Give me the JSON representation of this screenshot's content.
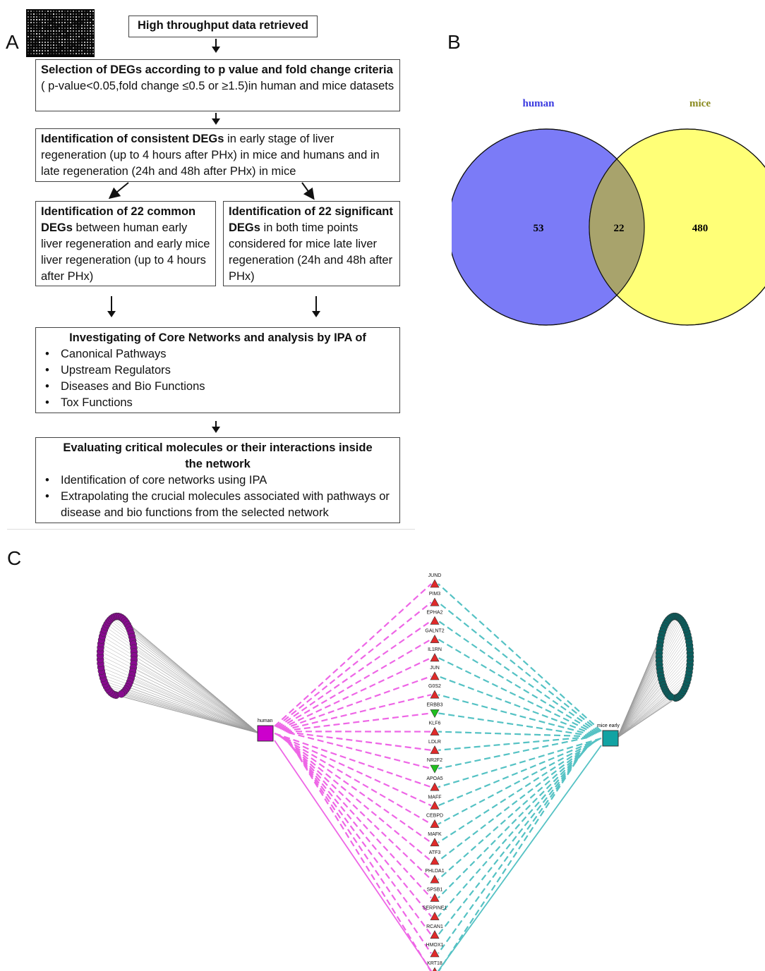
{
  "panels": {
    "a": "A",
    "b": "B",
    "c": "C"
  },
  "flowchart": {
    "top_box": "High throughput data retrieved",
    "step1": {
      "bold": "Selection of DEGs according to p value and fold change criteria",
      "text": "( p-value<0.05,fold change ≤0.5 or ≥1.5)in human and mice datasets"
    },
    "step2": {
      "bold": "Identification of consistent DEGs",
      "text": " in early stage of liver regeneration (up to 4 hours after PHx)  in mice and humans and in late regeneration  (24h and 48h after PHx) in mice"
    },
    "left_branch": {
      "bold": "Identification of 22 common DEGs",
      "text": " between human early liver regeneration and early mice liver regeneration (up to 4 hours after PHx)"
    },
    "right_branch": {
      "bold": "Identification of 22 significant DEGs",
      "text": " in both time points considered for mice late liver regeneration  (24h and 48h after PHx)"
    },
    "step4": {
      "title": "Investigating of Core Networks and analysis by IPA of",
      "items": [
        "Canonical Pathways",
        "Upstream Regulators",
        "Diseases and Bio Functions",
        "Tox Functions"
      ]
    },
    "step5": {
      "title": "Evaluating critical molecules or their interactions inside the network",
      "items": [
        "Identification of core networks using IPA",
        "Extrapolating  the crucial molecules  associated with pathways or disease and bio functions from the selected network"
      ]
    }
  },
  "venn": {
    "left_label": "human",
    "right_label": "mice",
    "left_only": "53",
    "overlap": "22",
    "right_only": "480",
    "colors": {
      "left": "#7b7bf7",
      "right": "#ffff77",
      "overlap": "#a8a36c",
      "left_label": "#3a3ae0",
      "right_label": "#8a8a1f"
    }
  },
  "network": {
    "left_hub": "human",
    "right_hub": "mice early",
    "colors": {
      "left_hub": "#cc00cc",
      "right_hub": "#12a3a3",
      "left_cluster": "#880a8f",
      "right_cluster": "#0a5d5d",
      "left_edges": "#ee66e6",
      "right_edges": "#55c2c4",
      "up": "#e02a2a",
      "down": "#1fbf1f"
    },
    "genes": [
      {
        "name": "JUND",
        "dir": "up"
      },
      {
        "name": "PIM3",
        "dir": "up"
      },
      {
        "name": "EPHA2",
        "dir": "up"
      },
      {
        "name": "GALNT2",
        "dir": "up"
      },
      {
        "name": "IL1RN",
        "dir": "up"
      },
      {
        "name": "JUN",
        "dir": "up"
      },
      {
        "name": "G0S2",
        "dir": "up"
      },
      {
        "name": "ERBB3",
        "dir": "down"
      },
      {
        "name": "KLF6",
        "dir": "up"
      },
      {
        "name": "LDLR",
        "dir": "up"
      },
      {
        "name": "NR2F2",
        "dir": "down"
      },
      {
        "name": "APOA5",
        "dir": "up"
      },
      {
        "name": "MAFF",
        "dir": "up"
      },
      {
        "name": "CEBPD",
        "dir": "up"
      },
      {
        "name": "MAFK",
        "dir": "up"
      },
      {
        "name": "ATF3",
        "dir": "up"
      },
      {
        "name": "PHLDA1",
        "dir": "up"
      },
      {
        "name": "SPSB1",
        "dir": "up"
      },
      {
        "name": "SERPINE1",
        "dir": "up"
      },
      {
        "name": "RCAN1",
        "dir": "up"
      },
      {
        "name": "HMOX1",
        "dir": "up"
      },
      {
        "name": "KRT18",
        "dir": "up"
      }
    ]
  }
}
